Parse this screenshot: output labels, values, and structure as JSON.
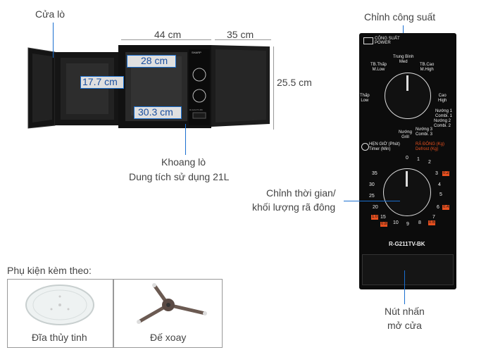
{
  "labels": {
    "door": "Cửa lò",
    "power_adjust": "Chỉnh công suất",
    "cavity_line1": "Khoang lò",
    "cavity_line2": "Dung tích sử dụng 21L",
    "timer_adjust_line1": "Chỉnh thời gian/",
    "timer_adjust_line2": "khối lượng rã đông",
    "open_button_line1": "Nút nhấn",
    "open_button_line2": "mở cửa",
    "accessories_title": "Phụ kiện kèm theo:",
    "glass_plate": "Đĩa thủy tinh",
    "rotating_base": "Đế xoay"
  },
  "dimensions": {
    "width": "44 cm",
    "depth": "35 cm",
    "height": "25.5 cm",
    "inner_width": "28 cm",
    "inner_height": "17.7 cm",
    "inner_depth": "30.3 cm"
  },
  "panel": {
    "power_header_line1": "CÔNG SUẤT",
    "power_header_line2": "POWER",
    "power_levels": [
      {
        "vi": "Thấp",
        "en": "Low"
      },
      {
        "vi": "TB.Thấp",
        "en": "M.Low"
      },
      {
        "vi": "Trung Bình",
        "en": "Med"
      },
      {
        "vi": "TB.Cao",
        "en": "M.High"
      },
      {
        "vi": "Cao",
        "en": "High"
      },
      {
        "vi": "Nướng 1",
        "en": "Combi. 1"
      },
      {
        "vi": "Nướng 2",
        "en": "Combi. 2"
      },
      {
        "vi": "Nướng 3",
        "en": "Combi. 3"
      },
      {
        "vi": "Nướng",
        "en": "Grill"
      }
    ],
    "timer_label_line1": "HẸN GIỜ (Phút)",
    "timer_label_line2": "Timer (Min)",
    "defrost_label_line1": "RÃ ĐÔNG (Kg)",
    "defrost_label_line2": "Defrost (Kg)",
    "timer_ticks": [
      "0",
      "1",
      "2",
      "3",
      "4",
      "5",
      "6",
      "7",
      "8",
      "9",
      "10",
      "15",
      "20",
      "25",
      "30",
      "35"
    ],
    "defrost_marks": [
      "0.2",
      "0.4",
      "0.6",
      "0.8",
      "1.0"
    ],
    "model": "R-G211TV-BK",
    "accent_color": "#e8501f"
  },
  "oven_front": {
    "brand_small": "SHARP",
    "model_small": "R-G211TV-BK"
  }
}
